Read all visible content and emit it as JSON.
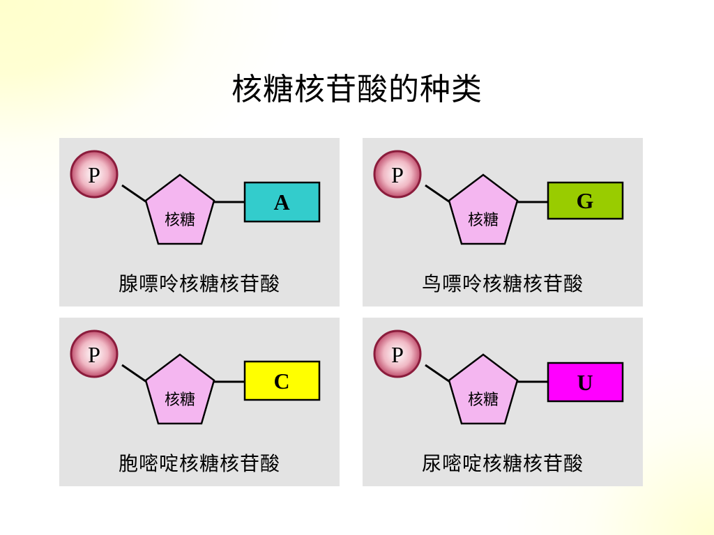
{
  "title": "核糖核苷酸的种类",
  "phosphate_label": "P",
  "sugar_label": "核糖",
  "colors": {
    "phosphate_fill": "#e8a3b0",
    "phosphate_stroke": "#8b1c3c",
    "sugar_fill": "#f4b6f0",
    "panel_bg": "#e3e3e3"
  },
  "nucleotides": [
    {
      "base": "A",
      "base_color": "#33cccc",
      "name": "腺嘌呤核糖核苷酸"
    },
    {
      "base": "G",
      "base_color": "#99cc00",
      "name": "鸟嘌呤核糖核苷酸"
    },
    {
      "base": "C",
      "base_color": "#ffff00",
      "name": "胞嘧啶核糖核苷酸"
    },
    {
      "base": "U",
      "base_color": "#ff00ff",
      "name": "尿嘧啶核糖核苷酸"
    }
  ]
}
